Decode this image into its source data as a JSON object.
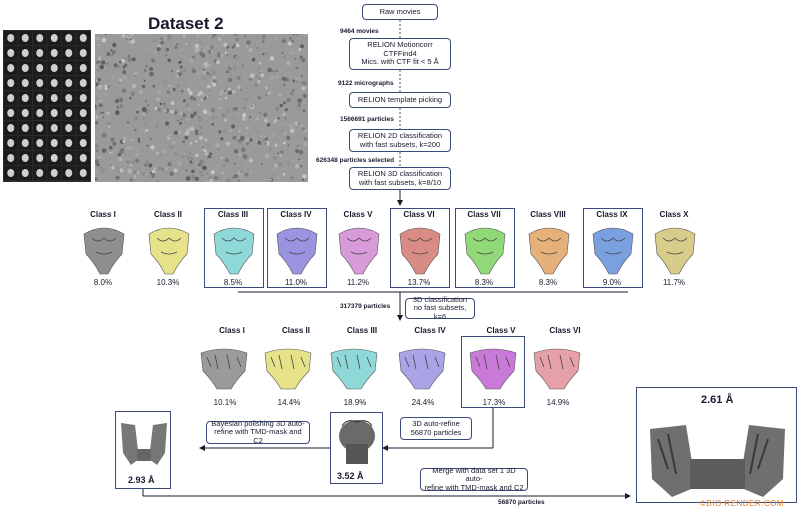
{
  "header": {
    "title": "Dataset 2"
  },
  "pipeline": [
    {
      "label": "Raw movies"
    },
    {
      "label": "RELION Motioncorr\nCTFFind4\nMics. with CTF fit < 5 Å"
    },
    {
      "label": "RELION template picking"
    },
    {
      "label": "RELION 2D classification\nwith fast subsets, k=200"
    },
    {
      "label": "RELION 3D classification\nwith fast subsets, k=8/10"
    }
  ],
  "counts": {
    "movies": "9464 movies",
    "micrographs": "9122 micrographs",
    "particles": "1566691 particles",
    "selected": "626348 particles selected",
    "after3d": "317379 particles",
    "final": "56870 particles"
  },
  "first_classes": [
    {
      "name": "Class I",
      "pct": "8.0%",
      "color": "#8f8f8f",
      "selected": false
    },
    {
      "name": "Class II",
      "pct": "10.3%",
      "color": "#e6e28a",
      "selected": false
    },
    {
      "name": "Class III",
      "pct": "8.5%",
      "color": "#8fd8d8",
      "selected": true
    },
    {
      "name": "Class IV",
      "pct": "11.0%",
      "color": "#9a94e0",
      "selected": true
    },
    {
      "name": "Class V",
      "pct": "11.2%",
      "color": "#d89ad8",
      "selected": false
    },
    {
      "name": "Class VI",
      "pct": "13.7%",
      "color": "#d98c86",
      "selected": true
    },
    {
      "name": "Class VII",
      "pct": "8.3%",
      "color": "#90d878",
      "selected": true
    },
    {
      "name": "Class VIII",
      "pct": "8.3%",
      "color": "#e6b07a",
      "selected": false
    },
    {
      "name": "Class IX",
      "pct": "9.0%",
      "color": "#7aa0e0",
      "selected": true
    },
    {
      "name": "Class X",
      "pct": "11.7%",
      "color": "#d8cc8a",
      "selected": false
    }
  ],
  "second_step": {
    "label": "3D classification\nno fast subsets, k=6"
  },
  "second_classes": [
    {
      "name": "Class I",
      "pct": "10.1%",
      "color": "#9a9a9a",
      "selected": false
    },
    {
      "name": "Class II",
      "pct": "14.4%",
      "color": "#e6e28a",
      "selected": false
    },
    {
      "name": "Class III",
      "pct": "18.9%",
      "color": "#8fd8d8",
      "selected": false
    },
    {
      "name": "Class IV",
      "pct": "24.4%",
      "color": "#a8a4e6",
      "selected": false
    },
    {
      "name": "Class V",
      "pct": "17.3%",
      "color": "#c97ad8",
      "selected": true
    },
    {
      "name": "Class VI",
      "pct": "14.9%",
      "color": "#e6a0a8",
      "selected": false
    }
  ],
  "refine": {
    "autorefine": "3D auto-refine\n56870 particles",
    "bayesian": "Bayesian polishing 3D auto-\nrefine with TMD-mask and C2",
    "merge": "Merge with data set 1 3D auto-\nrefine with TMD-mask and C2"
  },
  "resolutions": {
    "r1": "3.52 Å",
    "r2": "2.93 Å",
    "r3": "2.61 Å"
  },
  "watermark": "©BIO RENDER.COM",
  "colors": {
    "box_border": "#3b4a7a",
    "arrow": "#1a1a2e"
  }
}
